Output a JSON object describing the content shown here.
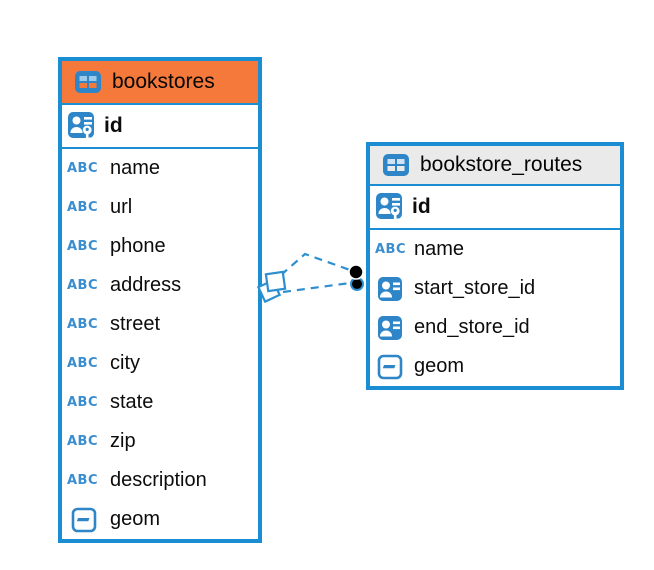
{
  "canvas": {
    "background": "#ffffff"
  },
  "colors": {
    "table_border_blue": "#1b8ed3",
    "bookstores_header_bg": "#f5793b",
    "routes_header_bg": "#eaeaea",
    "icon_blue": "#2e86c8",
    "icon_cell_light_blue": "#9ec9e8",
    "connection_blue": "#2e8fd0",
    "text": "#0c0c0c"
  },
  "icons": {
    "abc_text": "ABC",
    "table_icon": "table-icon",
    "primary_key_icon": "primary-key-icon",
    "foreign_key_icon": "foreign-key-icon",
    "text_type_icon": "text-type-icon",
    "geometry_type_icon": "geometry-type-icon"
  },
  "tables": [
    {
      "name": "bookstores",
      "columns": [
        {
          "name": "id",
          "icon": "primary-key-icon"
        },
        {
          "name": "name",
          "icon": "text-type-icon"
        },
        {
          "name": "url",
          "icon": "text-type-icon"
        },
        {
          "name": "phone",
          "icon": "text-type-icon"
        },
        {
          "name": "address",
          "icon": "text-type-icon"
        },
        {
          "name": "street",
          "icon": "text-type-icon"
        },
        {
          "name": "city",
          "icon": "text-type-icon"
        },
        {
          "name": "state",
          "icon": "text-type-icon"
        },
        {
          "name": "zip",
          "icon": "text-type-icon"
        },
        {
          "name": "description",
          "icon": "text-type-icon"
        },
        {
          "name": "geom",
          "icon": "geometry-type-icon"
        }
      ]
    },
    {
      "name": "bookstore_routes",
      "columns": [
        {
          "name": "id",
          "icon": "primary-key-icon"
        },
        {
          "name": "name",
          "icon": "text-type-icon"
        },
        {
          "name": "start_store_id",
          "icon": "foreign-key-icon"
        },
        {
          "name": "end_store_id",
          "icon": "foreign-key-icon"
        },
        {
          "name": "geom",
          "icon": "geometry-type-icon"
        }
      ]
    }
  ],
  "connections": {
    "from_table": "bookstores",
    "to_table": "bookstore_routes",
    "link_count": 2,
    "line_style": "dashed",
    "from_marker": "double-square",
    "to_marker": "double-dot"
  }
}
